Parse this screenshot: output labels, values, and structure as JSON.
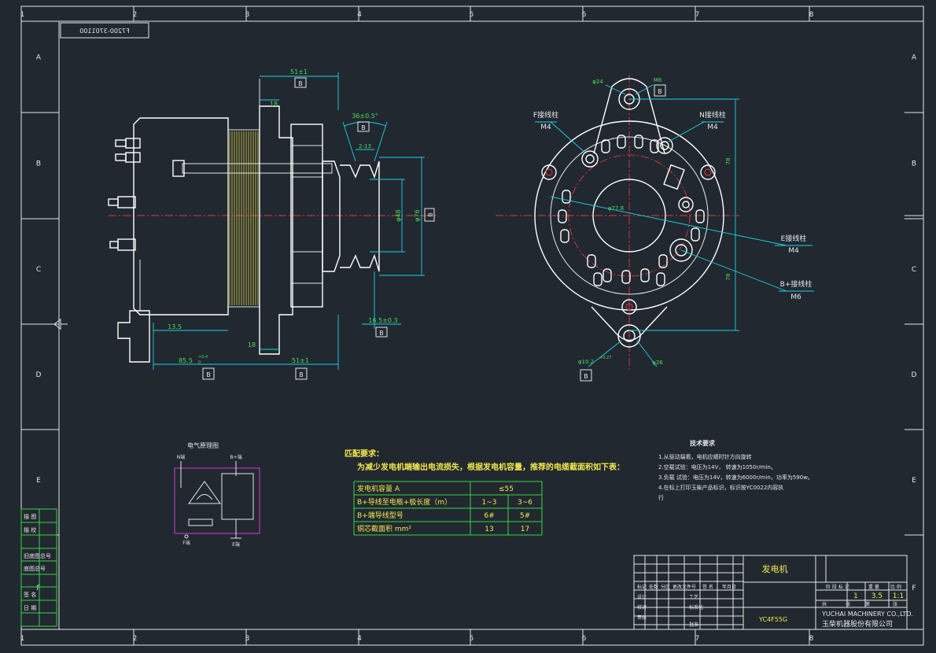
{
  "drawing": {
    "part_code_mirrored": "F7200-3701100",
    "title_cn": "发电机",
    "model": "YC4F55G",
    "company_en": "YUCHAI MACHINERY CO.,LTD.",
    "company_cn": "玉柴机器股份有限公司",
    "scale": "1:1",
    "weight": "3.5",
    "quantity": "1"
  },
  "grid": {
    "columns": [
      "1",
      "2",
      "3",
      "4",
      "5",
      "6",
      "7",
      "8"
    ],
    "rows": [
      "A",
      "B",
      "C",
      "D",
      "E",
      "F"
    ]
  },
  "side_view": {
    "dims": {
      "d51_top": "51±1",
      "d18_top": "18",
      "d13_5": "13.5",
      "d18_bottom": "18",
      "d51_bottom": "51±1",
      "d85": "85.5",
      "d85_tol": "+0.4",
      "d85_tol_low": "0",
      "d36": "36±0.5°",
      "d2_13": "2-13",
      "d48": "φ48",
      "d76": "φ76",
      "d16_5": "16.5±0.3"
    },
    "datum": "B"
  },
  "front_view": {
    "dims": {
      "d24": "φ24",
      "m8": "M8",
      "d77_8": "φ77.8",
      "d78_top": "78",
      "d78_bot": "78",
      "d10_2": "φ10.2",
      "d10_2_tol": "+0.27",
      "d26": "φ26"
    },
    "callouts": [
      {
        "name": "F接线柱",
        "thread": "M4"
      },
      {
        "name": "N接线柱",
        "thread": "M4"
      },
      {
        "name": "E接线柱",
        "thread": "M4"
      },
      {
        "name": "B+接线柱",
        "thread": "M6"
      }
    ],
    "datum": "B"
  },
  "schematic": {
    "title": "电气原理图",
    "labels": {
      "n": "N端",
      "bplus": "B+端",
      "f": "F端",
      "e": "E端"
    }
  },
  "requirements": {
    "heading": "匹配要求：",
    "intro": "为减少发电机端输出电流损失，根据发电机容量，推荐的电缆截面积如下表：",
    "table": [
      [
        "发电机容量 A",
        "≤55",
        ""
      ],
      [
        "B+导线至电瓶+极长度（m）",
        "1~3",
        "3~6"
      ],
      [
        "B+端导线型号",
        "6#",
        "5#"
      ],
      [
        "铜芯截面积 mm²",
        "13",
        "17"
      ]
    ]
  },
  "tech_req": {
    "title": "技术要求",
    "lines": [
      "1.从驱动端看，电机应顺时针方向旋转",
      "2.空载试验：电压为14V， 转速为1050r/min。",
      "3.负载 试验：电压为14V，转速为6000r/min，功率为590w。",
      "4.在标上打印玉柴产品标识，标识按YC0022内容执",
      "行"
    ]
  },
  "left_strip": [
    "描 图",
    "描 校",
    "旧底图总号",
    "底图总号",
    "签 名",
    "日 期"
  ],
  "title_block": {
    "row_headers": [
      "标记",
      "处数",
      "分区",
      "更改文件号",
      "签 名",
      "年月日"
    ],
    "roles": [
      "设计",
      "校对",
      "审核"
    ],
    "roles_right": [
      "工艺",
      "标准化",
      "批准"
    ],
    "stage_headers": [
      "阶 段 标 记",
      "重 量",
      "比 例"
    ],
    "sheet": [
      "共",
      "张",
      "第",
      "张"
    ]
  }
}
